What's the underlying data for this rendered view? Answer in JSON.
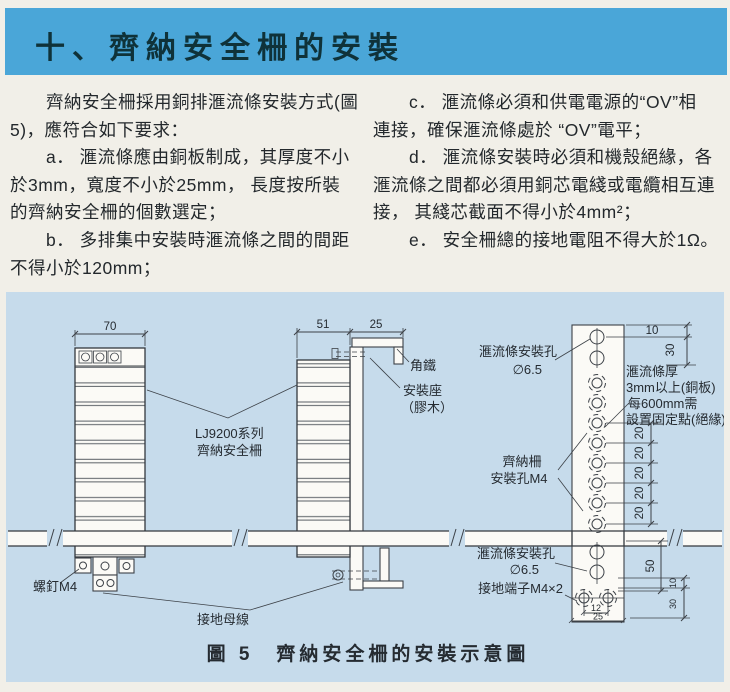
{
  "page": {
    "title": "十、齊納安全柵的安裝"
  },
  "colors": {
    "title_bar": "#4aa6d8",
    "figure_bg": "#c6dbeb",
    "ink": "#3c4147",
    "paper": "#f1efe8"
  },
  "body": {
    "left_lines": [
      "　　齊納安全柵採用銅排滙流條安裝方式(圖",
      "5)，應符合如下要求：",
      "　　a． 滙流條應由銅板制成，其厚度不小",
      "於3mm，寬度不小於25mm， 長度按所裝",
      "的齊納安全柵的個數選定；",
      "　　b． 多排集中安裝時滙流條之間的間距",
      "不得小於120mm；"
    ],
    "right_lines": [
      "　　c． 滙流條必須和供電電源的“OV”相",
      "連接，確保滙流條處於 “OV”電平；",
      "　　d． 滙流條安裝時必須和機殼絕緣，各",
      "滙流條之間都必須用銅芯電綫或電纜相互連",
      "接， 其綫芯截面不得小於4mm²；",
      "　　e． 安全柵總的接地電阻不得大於1Ω。"
    ]
  },
  "figure": {
    "caption": "圖 5　齊納安全柵的安裝示意圖",
    "dims": {
      "w70": "70",
      "w51": "51",
      "w25": "25",
      "h10_top": "10",
      "h30_top": "30",
      "h20": "20",
      "h50": "50",
      "h10_bot": "10",
      "h30_bot": "30",
      "w12": "12",
      "w25_bot": "25"
    },
    "labels": {
      "holes_top1": "滙流條安裝孔",
      "holes_top2": "∅6.5",
      "thick1": "滙流條厚",
      "thick2": "3mm以上(銅板)",
      "fix1": "每600mm需",
      "fix2": "設置固定點(絕緣)",
      "bar1": "齊納柵",
      "bar2": "安裝孔M4",
      "holes_bot1": "滙流條安裝孔",
      "holes_bot2": "∅6.5",
      "gnd_term": "接地端子M4×2",
      "angle": "角鐵",
      "seat1": "安裝座",
      "seat2": "（膠木）",
      "series1": "LJ9200系列",
      "series2": "齊納安全柵",
      "screw": "螺釘M4",
      "gndbus": "接地母線"
    }
  }
}
